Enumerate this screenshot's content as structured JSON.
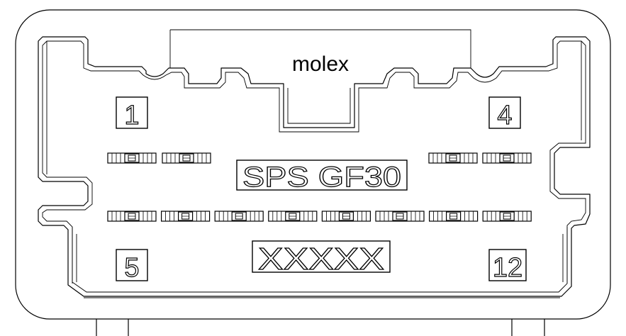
{
  "drawing": {
    "brand": "molex",
    "material_marking": "SPS GF30",
    "part_marking": "XXXXX",
    "pin_labels": {
      "top_left": "1",
      "top_right": "4",
      "bottom_left": "5",
      "bottom_right": "12"
    },
    "cavity_rows": {
      "top_row_count": 4,
      "bottom_row_count": 8
    }
  }
}
